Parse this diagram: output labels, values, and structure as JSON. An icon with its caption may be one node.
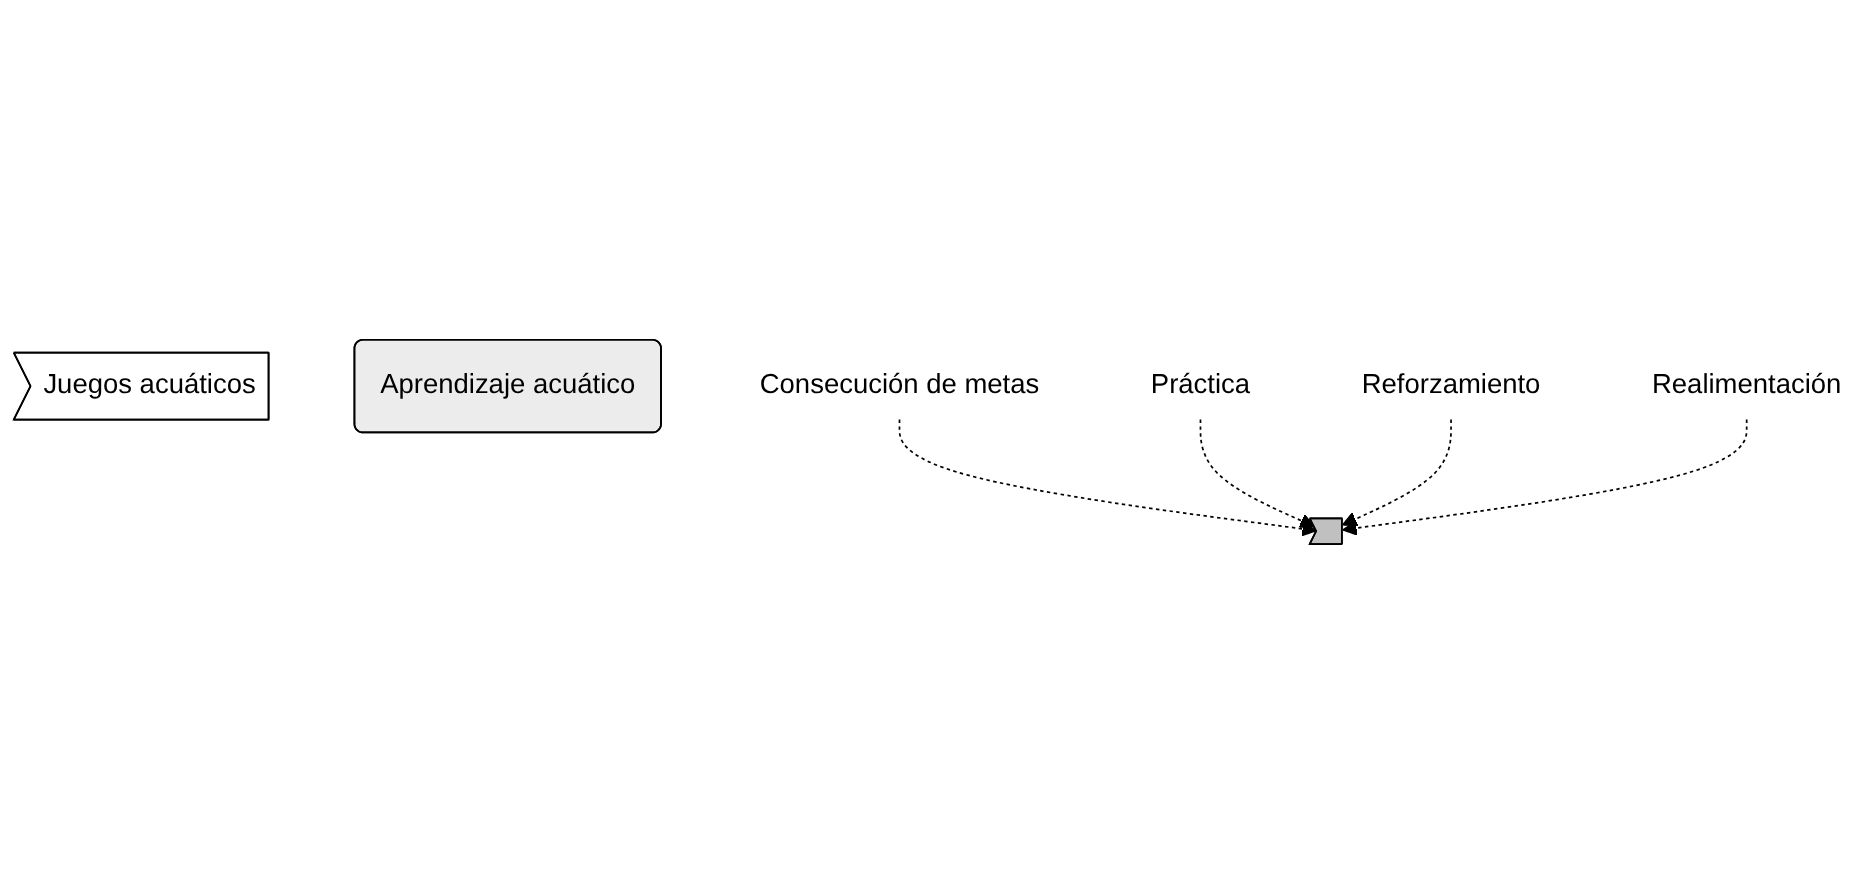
{
  "diagram": {
    "nodes": [
      {
        "text": [
          "Juegos acuáticos"
        ]
      },
      {
        "text": [],
        "shape": "chevron"
      },
      {
        "text": [
          "Aprendizaje acuático"
        ]
      },
      {
        "text": [
          "Consecución de metas"
        ]
      },
      {
        "text": [
          "Práctica"
        ]
      },
      {
        "text": [
          "Reforzamiento"
        ]
      },
      {
        "text": [
          "Realimentación"
        ]
      }
    ],
    "edges": [
      {
        "from": 3,
        "to": 1,
        "arrow": "to",
        "style": "dashed"
      },
      {
        "from": 4,
        "to": 1,
        "arrow": "to",
        "style": "dashed"
      },
      {
        "from": 5,
        "to": 1,
        "arrow": "to",
        "style": "dashed"
      },
      {
        "from": 6,
        "to": 1,
        "arrow": "to",
        "style": "dashed"
      }
    ]
  }
}
